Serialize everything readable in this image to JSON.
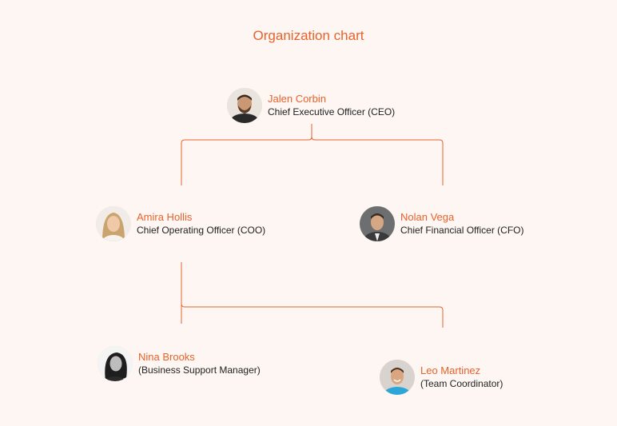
{
  "title": "Organization chart",
  "colors": {
    "accent": "#e8622c",
    "connector": "#e8622c",
    "background": "#fdf6f2",
    "role_text": "#222222"
  },
  "people": {
    "ceo": {
      "name": "Jalen Corbin",
      "role": "Chief Executive Officer (CEO)",
      "avatar_icon": "man-beard-avatar"
    },
    "coo": {
      "name": "Amira Hollis",
      "role": "Chief Operating Officer (COO)",
      "avatar_icon": "woman-blonde-avatar"
    },
    "cfo": {
      "name": "Nolan Vega",
      "role": "Chief Financial Officer (CFO)",
      "avatar_icon": "man-suit-avatar"
    },
    "bsm": {
      "name": "Nina Brooks",
      "role": "(Business Support Manager)",
      "avatar_icon": "woman-bw-avatar"
    },
    "tc": {
      "name": "Leo Martinez",
      "role": "(Team Coordinator)",
      "avatar_icon": "man-smiling-avatar"
    }
  }
}
